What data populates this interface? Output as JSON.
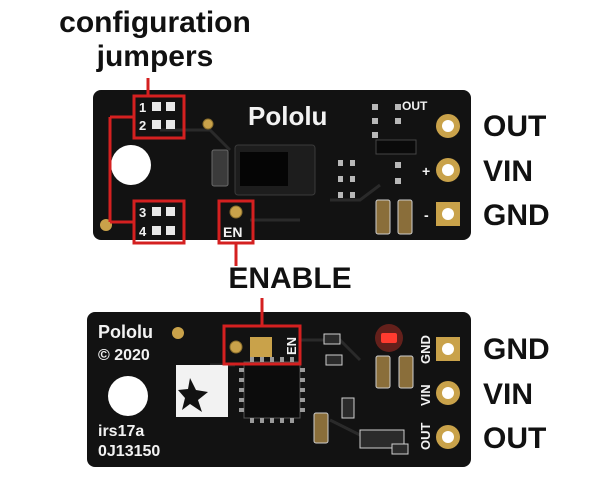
{
  "callouts": {
    "config_line1": "configuration",
    "config_line2": "jumpers",
    "enable": "ENABLE"
  },
  "top_board": {
    "logo": "Pololu",
    "silk_out": "OUT",
    "silk_plus": "+",
    "silk_minus": "-",
    "jumper_1": "1",
    "jumper_2": "2",
    "jumper_3": "3",
    "jumper_4": "4",
    "en_label": "EN",
    "pins": [
      "OUT",
      "VIN",
      "GND"
    ]
  },
  "bottom_board": {
    "logo": "Pololu",
    "copyright": "© 2020",
    "model": "irs17a",
    "serial": "0J13150",
    "en_label": "EN",
    "silk_gnd": "GND",
    "silk_vin": "VIN",
    "silk_out": "OUT",
    "pins": [
      "GND",
      "VIN",
      "OUT"
    ]
  },
  "colors": {
    "pcb": "#111111",
    "callout_red": "#d42020",
    "gold_pad": "#c9a24a",
    "led_red": "#ff3b2f"
  }
}
